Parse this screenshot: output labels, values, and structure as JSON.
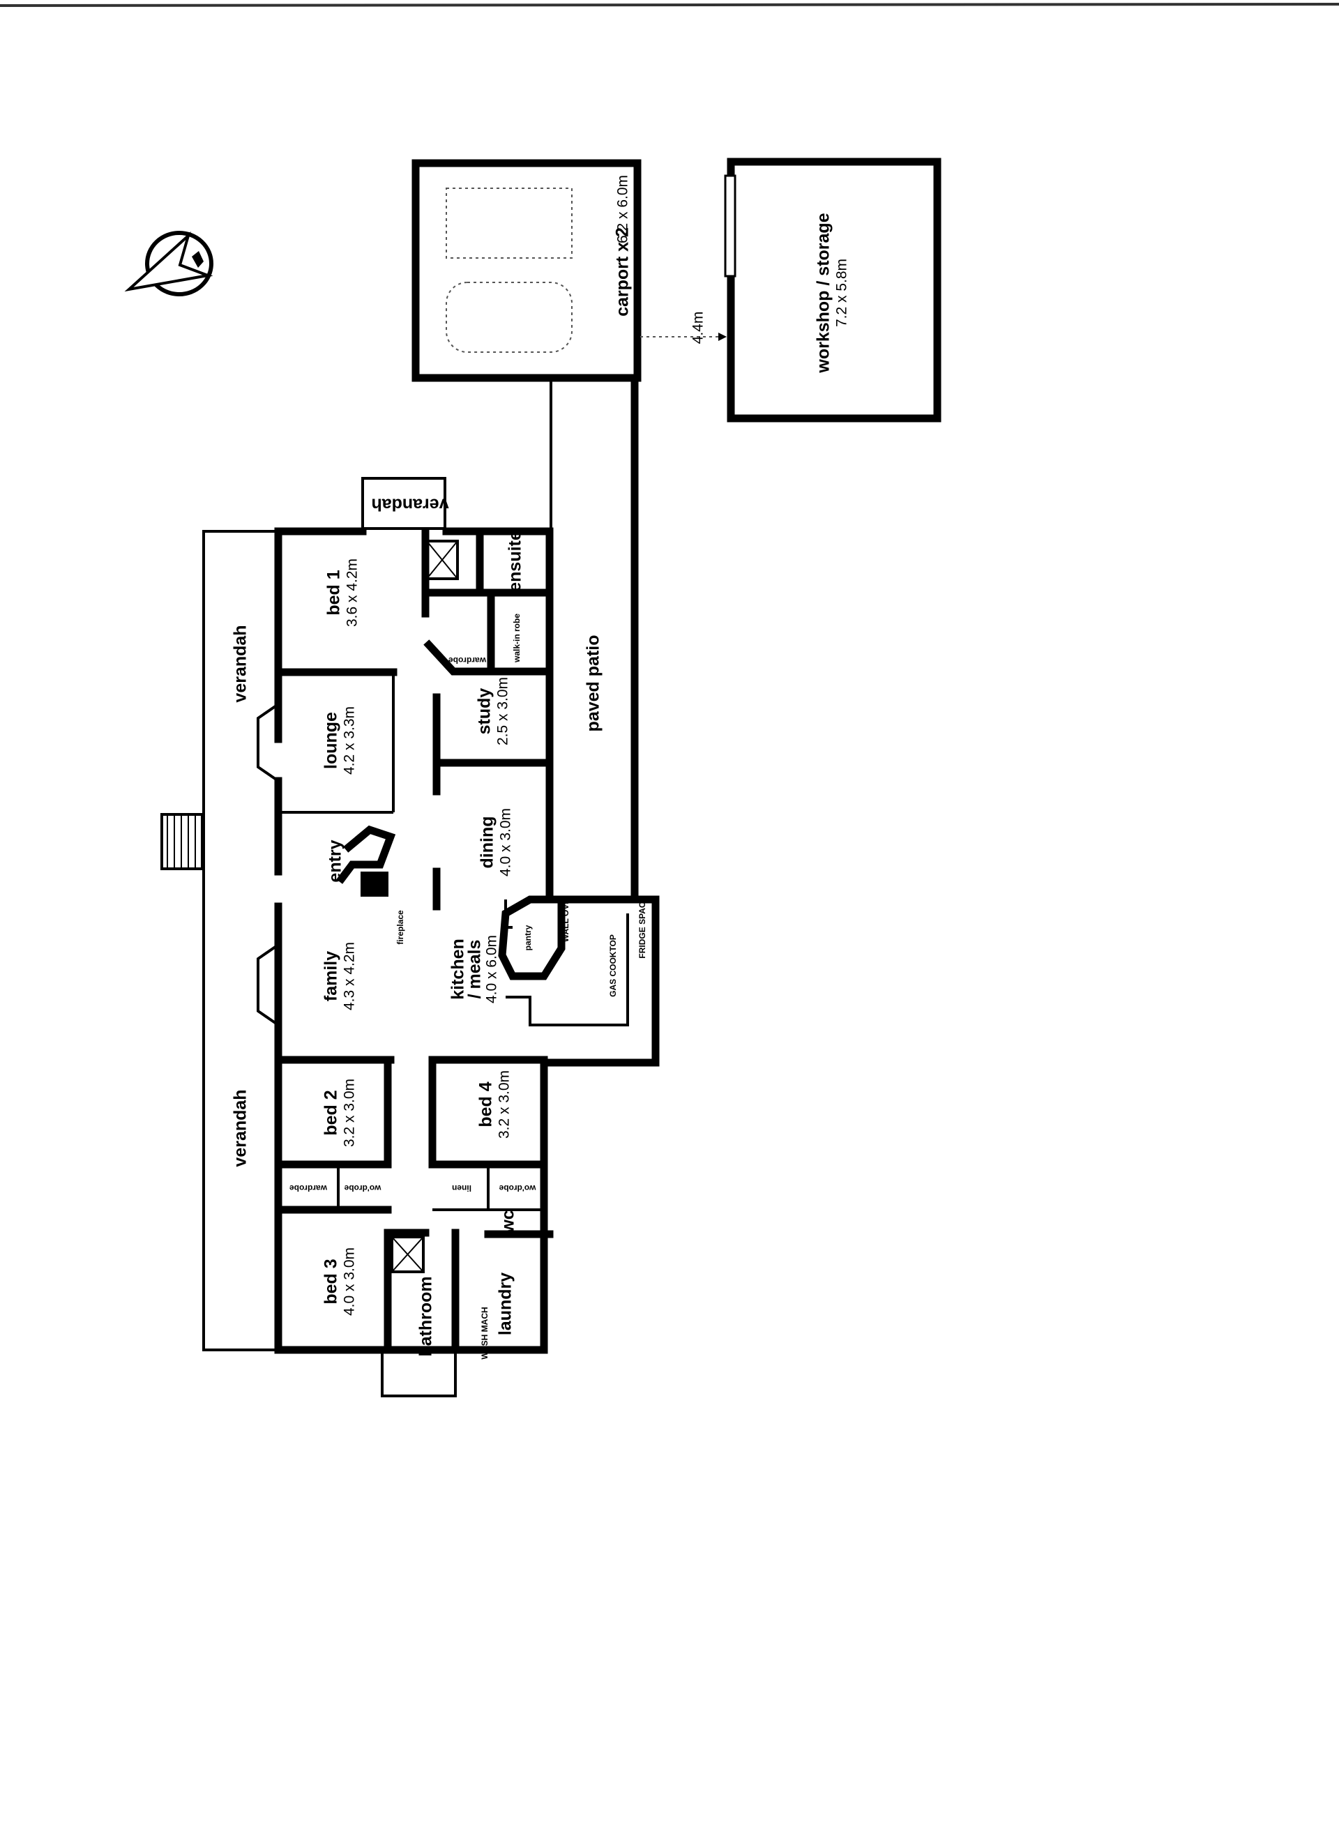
{
  "plan": {
    "carport": {
      "name": "carport x 2",
      "dims": "6.2 x 6.0m"
    },
    "separation": "4.4m",
    "workshop": {
      "name": "workshop / storage",
      "dims": "7.2 x 5.8m"
    },
    "verandah_rear": "verandah",
    "verandah_front": "verandah",
    "verandah_front_2": "verandah",
    "paved_patio": "paved patio",
    "bed1": {
      "name": "bed 1",
      "dims": "3.6 x 4.2m"
    },
    "ensuite": "ensuite",
    "walk_in_robe": "walk-in robe",
    "bed1_wardrobe": "wardrobe",
    "lounge": {
      "name": "lounge",
      "dims": "4.2 x 3.3m"
    },
    "study": {
      "name": "study",
      "dims": "2.5 x 3.0m"
    },
    "dining": {
      "name": "dining",
      "dims": "4.0 x 3.0m"
    },
    "entry": "entry",
    "fireplace": "fireplace",
    "family": {
      "name": "family",
      "dims": "4.3 x 4.2m"
    },
    "kitchen": {
      "name": "kitchen",
      "name2": "/ meals",
      "dims": "4.0 x 6.0m"
    },
    "pantry": "pantry",
    "wall_oven": "WALL OVN.",
    "fridge_space": "FRIDGE SPACE",
    "gas_cooktop": "GAS COOKTOP",
    "bed2": {
      "name": "bed 2",
      "dims": "3.2 x 3.0m"
    },
    "bed4": {
      "name": "bed 4",
      "dims": "3.2 x 3.0m"
    },
    "bed2_wardrobe_a": "wardrobe",
    "bed2_wardrobe_b": "wo'drobe",
    "linen": "linen",
    "bed4_wardrobe": "wo'drobe",
    "wc": "wc",
    "bed3": {
      "name": "bed 3",
      "dims": "4.0 x 3.0m"
    },
    "bathroom": "bathroom",
    "laundry": "laundry",
    "wash_machine": "WASH MACH"
  },
  "colors": {
    "ink": "#000000",
    "paper": "#ffffff"
  }
}
